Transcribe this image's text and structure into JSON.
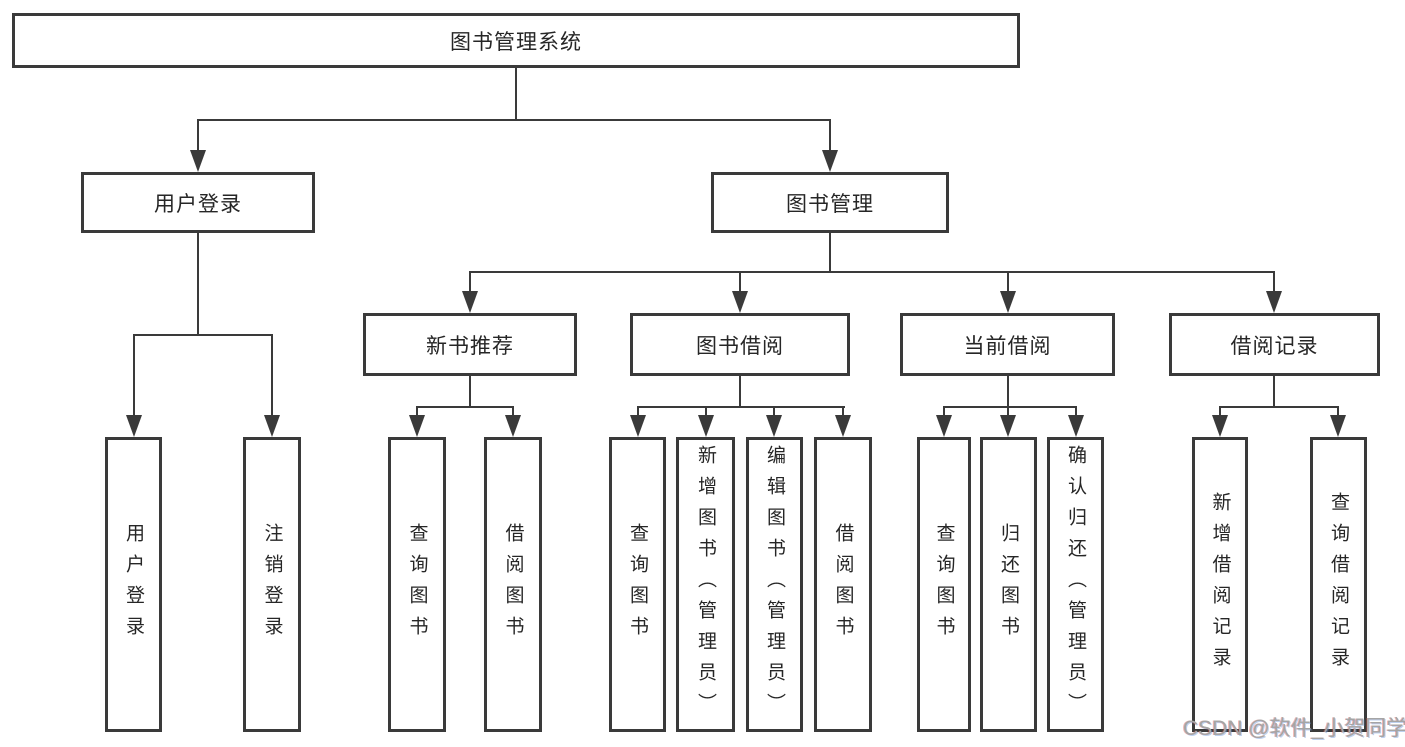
{
  "page": {
    "background": "#ffffff",
    "line_color": "#3a3a3a",
    "text_color": "#262626"
  },
  "watermark": {
    "text": "CSDN @软件_小贺同学",
    "color": "#a5a5a5"
  },
  "tree": {
    "root": {
      "label": "图书管理系统",
      "children": [
        {
          "label": "用户登录",
          "children": [
            {
              "label": "用户登录"
            },
            {
              "label": "注销登录"
            }
          ]
        },
        {
          "label": "图书管理",
          "children": [
            {
              "label": "新书推荐",
              "children": [
                {
                  "label": "查询图书"
                },
                {
                  "label": "借阅图书"
                }
              ]
            },
            {
              "label": "图书借阅",
              "children": [
                {
                  "label": "查询图书"
                },
                {
                  "label": "新增图书（管理员）"
                },
                {
                  "label": "编辑图书（管理员）"
                },
                {
                  "label": "借阅图书"
                }
              ]
            },
            {
              "label": "当前借阅",
              "children": [
                {
                  "label": "查询图书"
                },
                {
                  "label": "归还图书"
                },
                {
                  "label": "确认归还（管理员）"
                }
              ]
            },
            {
              "label": "借阅记录",
              "children": [
                {
                  "label": "新增借阅记录"
                },
                {
                  "label": "查询借阅记录"
                }
              ]
            }
          ]
        }
      ]
    }
  }
}
